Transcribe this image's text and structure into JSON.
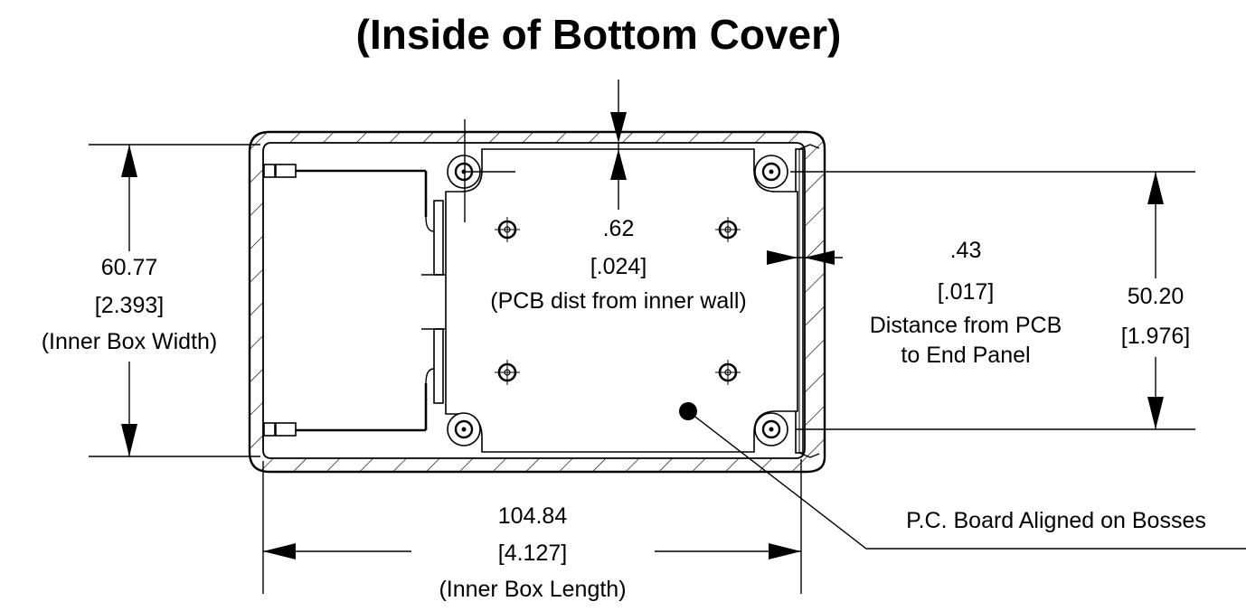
{
  "title": "(Inside of Bottom Cover)",
  "dimensions": {
    "inner_width": {
      "mm": "60.77",
      "inch": "[2.393]",
      "note": "(Inner Box Width)"
    },
    "pcb_wall": {
      "mm": ".62",
      "inch": "[.024]",
      "note": "(PCB dist from inner wall)"
    },
    "end_panel": {
      "mm": ".43",
      "inch": "[.017]",
      "note_line1": "Distance from PCB",
      "note_line2": "to End Panel"
    },
    "boss_span": {
      "mm": "50.20",
      "inch": "[1.976]"
    },
    "inner_length": {
      "mm": "104.84",
      "inch": "[4.127]",
      "note": "(Inner Box Length)"
    }
  },
  "callout": "P.C. Board Aligned on Bosses"
}
